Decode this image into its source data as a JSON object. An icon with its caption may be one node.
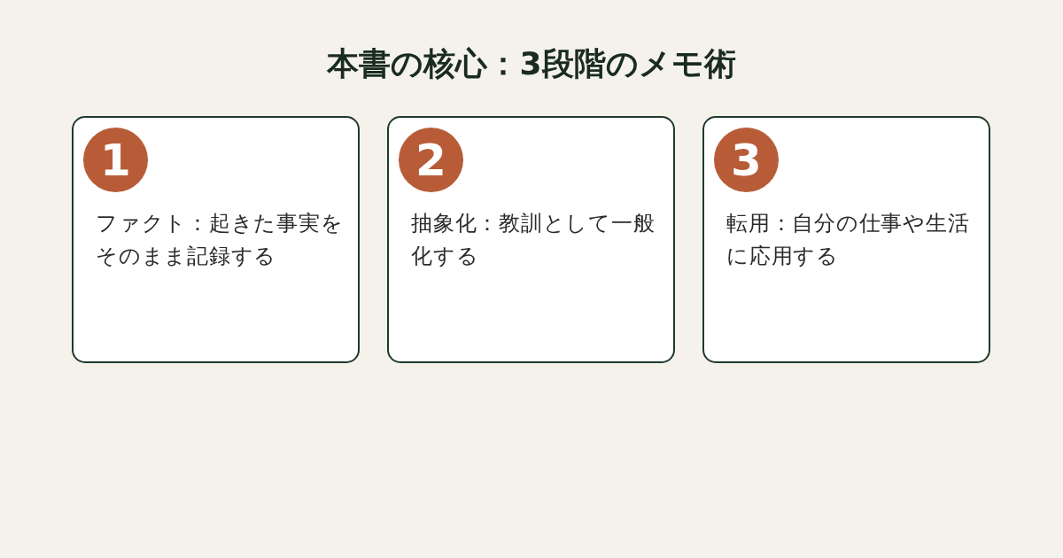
{
  "diagram": {
    "title": "本書の核心：3段階のメモ術",
    "nodes": [
      {
        "text": [
          "ファクト：起きた事実をそのまま記録する"
        ]
      },
      {
        "text": [
          "1"
        ],
        "in": 0
      },
      {
        "text": [
          "抽象化：教訓として一般化する"
        ]
      },
      {
        "text": [
          "2"
        ],
        "in": 2
      },
      {
        "text": [
          "転用：自分の仕事や生活に応用する"
        ]
      },
      {
        "text": [
          "3"
        ],
        "in": 4
      }
    ]
  }
}
